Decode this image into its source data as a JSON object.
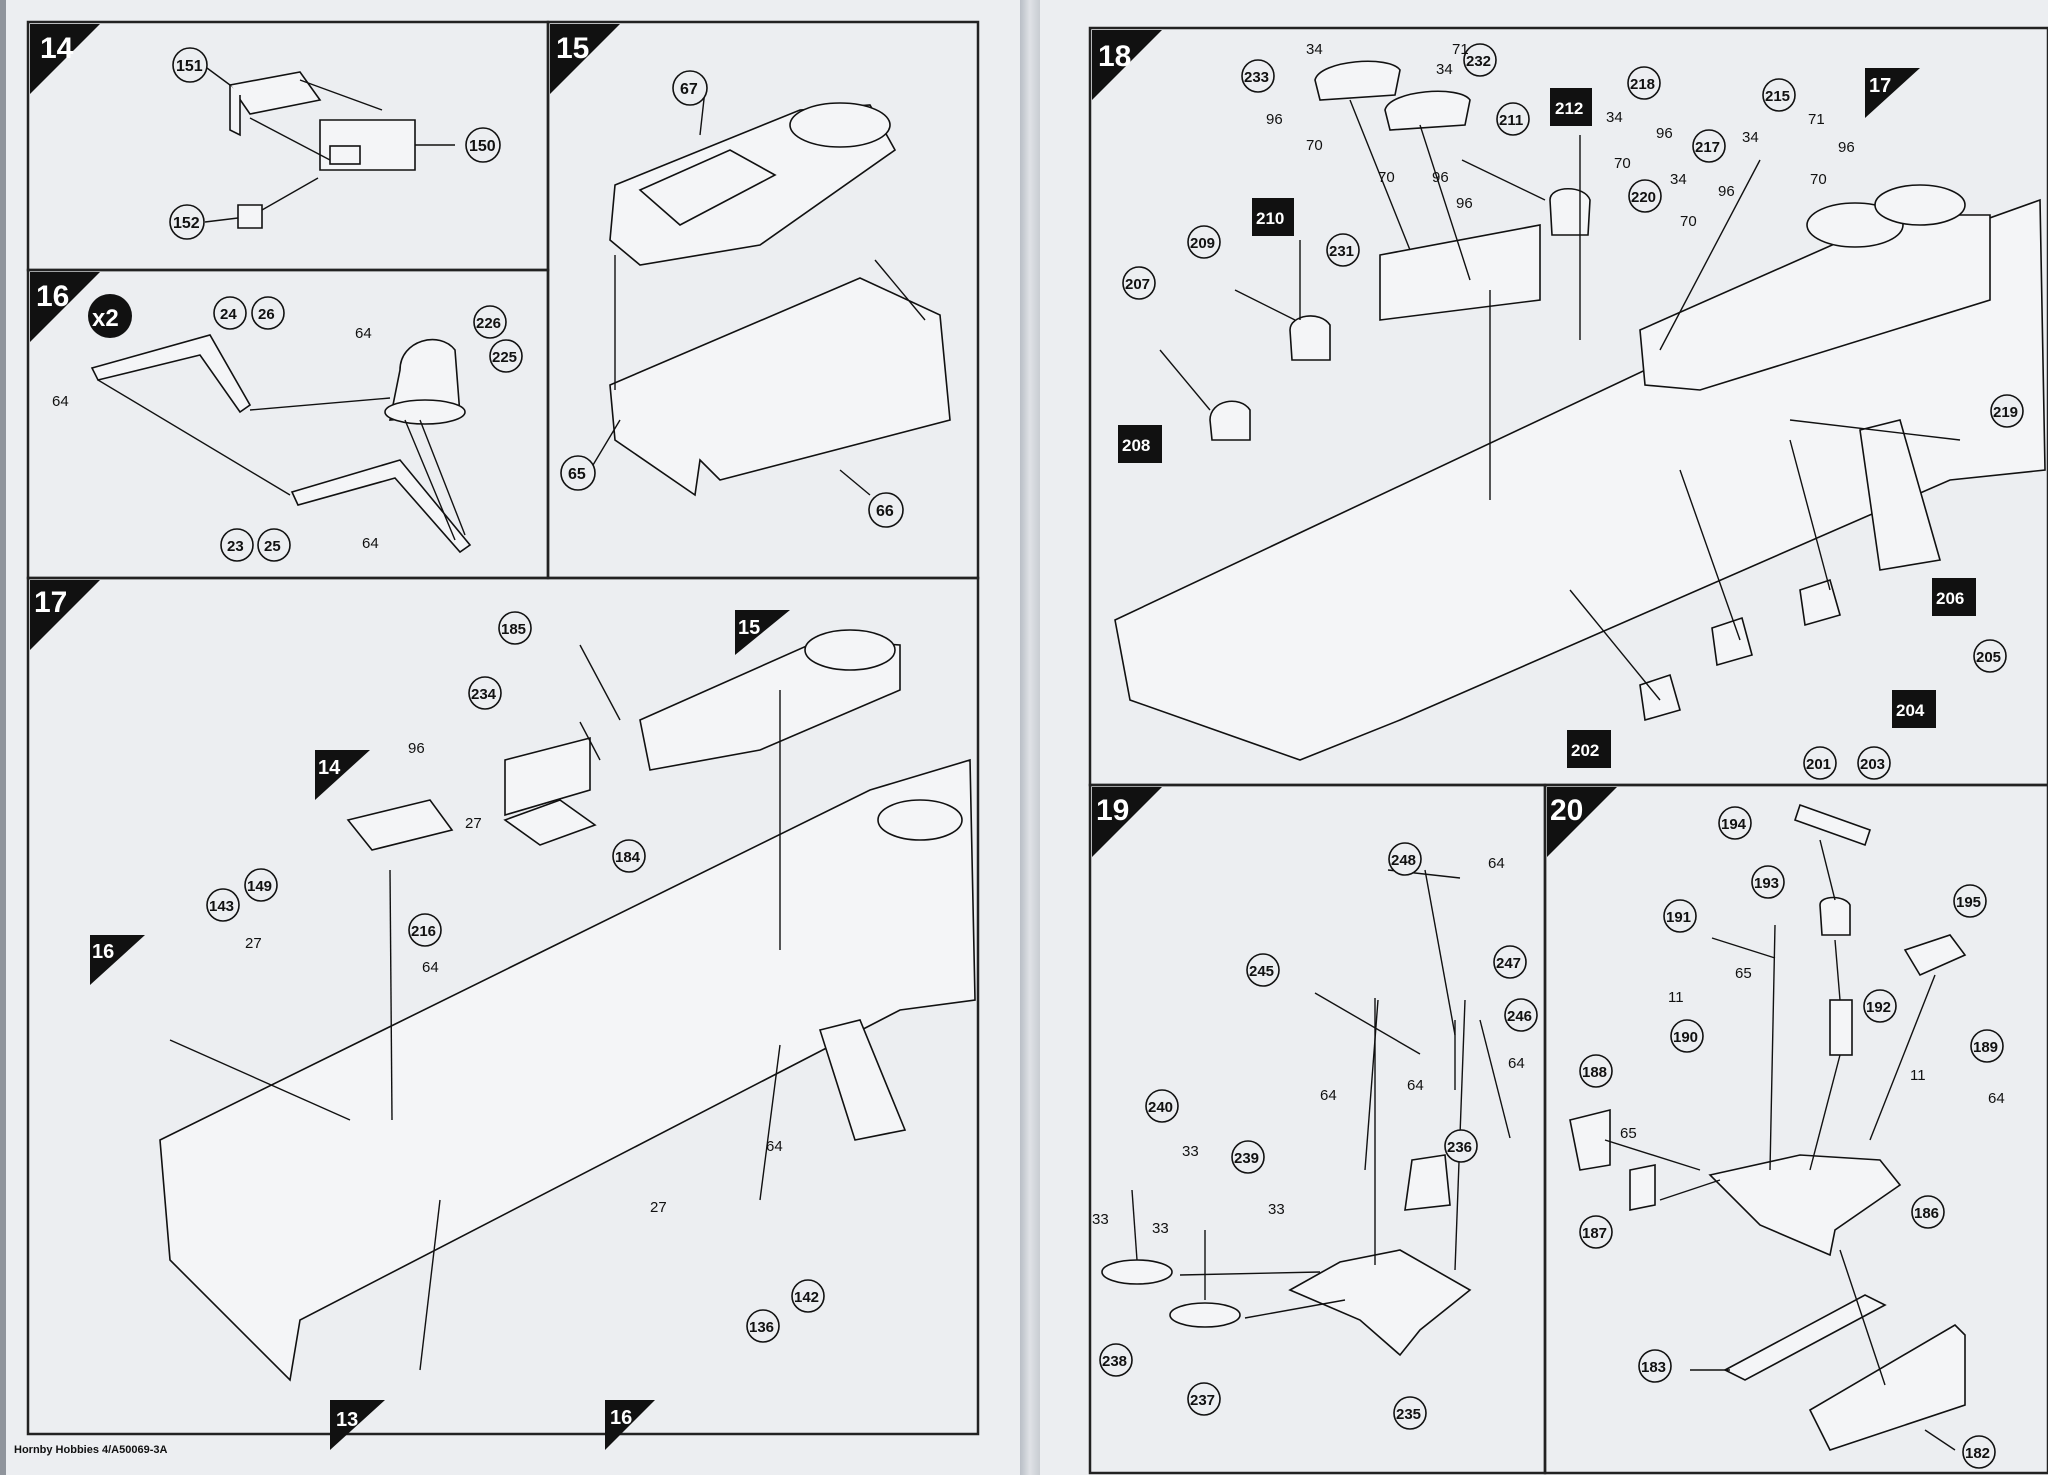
{
  "footer": "Hornby Hobbies 4/A50069-3A",
  "steps": {
    "s14": "14",
    "s15": "15",
    "s16": "16",
    "s16_mult": "x2",
    "s17": "17",
    "s18": "18",
    "s19": "19",
    "s20": "20",
    "s17_ref14": "14",
    "s17_ref15": "15",
    "s17_ref16a": "16",
    "s17_ref16b": "16",
    "s17_ref13": "13",
    "s18_ref17": "17"
  },
  "parts": {
    "p151": "151",
    "p150": "150",
    "p152": "152",
    "p67": "67",
    "p65": "65",
    "p66": "66",
    "p24": "24",
    "p26": "26",
    "p226": "226",
    "p225": "225",
    "p23": "23",
    "p25": "25",
    "n64a": "64",
    "n64b": "64",
    "n64c": "64",
    "p185": "185",
    "p234": "234",
    "p184": "184",
    "n96a": "96",
    "n27a": "27",
    "p143": "143",
    "p149": "149",
    "n27b": "27",
    "p216": "216",
    "n64d": "64",
    "n64e": "64",
    "n27c": "27",
    "p142": "142",
    "p136": "136",
    "n34a": "34",
    "n71a": "71",
    "p233": "233",
    "p232": "232",
    "n34b": "34",
    "n96b": "96",
    "n70a": "70",
    "n70b": "70",
    "n96c": "96",
    "p211": "211",
    "p212": "212",
    "p218": "218",
    "n34c": "34",
    "n96d": "96",
    "n70c": "70",
    "p215": "215",
    "n34d": "34",
    "n71b": "71",
    "n96e": "96",
    "n70d": "70",
    "p217": "217",
    "n34e": "34",
    "n96f": "96",
    "n70e": "70",
    "p220": "220",
    "n96g": "96",
    "p210": "210",
    "p209": "209",
    "p231": "231",
    "p207": "207",
    "p208": "208",
    "p219": "219",
    "p206": "206",
    "p205": "205",
    "p204": "204",
    "p203": "203",
    "p202": "202",
    "p201": "201",
    "p248": "248",
    "n64f": "64",
    "p245": "245",
    "p247": "247",
    "p246": "246",
    "n64g": "64",
    "n64h": "64",
    "n64i": "64",
    "p240": "240",
    "n33a": "33",
    "n33b": "33",
    "p239": "239",
    "n33c": "33",
    "n33d": "33",
    "p236": "236",
    "p238": "238",
    "p237": "237",
    "p235": "235",
    "p194": "194",
    "p193": "193",
    "p195": "195",
    "p191": "191",
    "n65a": "65",
    "n11a": "11",
    "p190": "190",
    "p192": "192",
    "p189": "189",
    "n11b": "11",
    "n64j": "64",
    "p188": "188",
    "n65b": "65",
    "p187": "187",
    "p186": "186",
    "p183": "183",
    "p182": "182"
  }
}
